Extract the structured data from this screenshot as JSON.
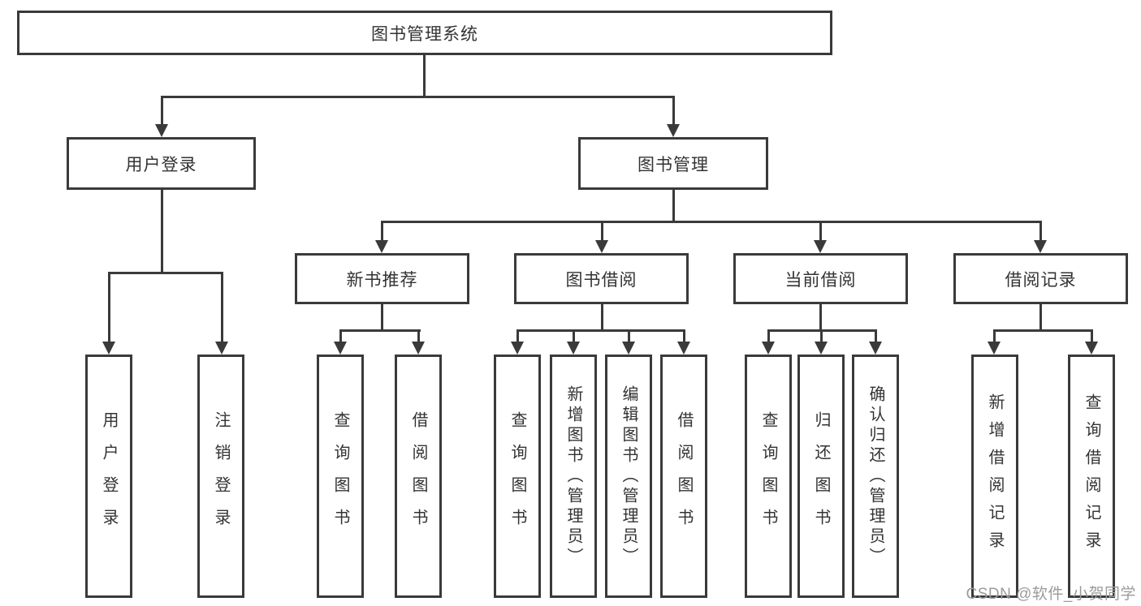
{
  "diagram": {
    "root": {
      "label": "图书管理系统"
    },
    "level2": [
      {
        "label": "用户登录"
      },
      {
        "label": "图书管理"
      }
    ],
    "level3": [
      {
        "label": "新书推荐"
      },
      {
        "label": "图书借阅"
      },
      {
        "label": "当前借阅"
      },
      {
        "label": "借阅记录"
      }
    ],
    "leaves": [
      {
        "label": "用户登录"
      },
      {
        "label": "注销登录"
      },
      {
        "label": "查询图书"
      },
      {
        "label": "借阅图书"
      },
      {
        "label": "查询图书"
      },
      {
        "label": "新增图书（管理员）"
      },
      {
        "label": "编辑图书（管理员）"
      },
      {
        "label": "借阅图书"
      },
      {
        "label": "查询图书"
      },
      {
        "label": "归还图书"
      },
      {
        "label": "确认归还（管理员）"
      },
      {
        "label": "新增借阅记录"
      },
      {
        "label": "查询借阅记录"
      }
    ]
  },
  "watermark": "CSDN @软件_小贺同学",
  "colors": {
    "line": "#3a3a3a",
    "text": "#333333",
    "watermark": "#9b9b9b",
    "background": "#ffffff"
  }
}
